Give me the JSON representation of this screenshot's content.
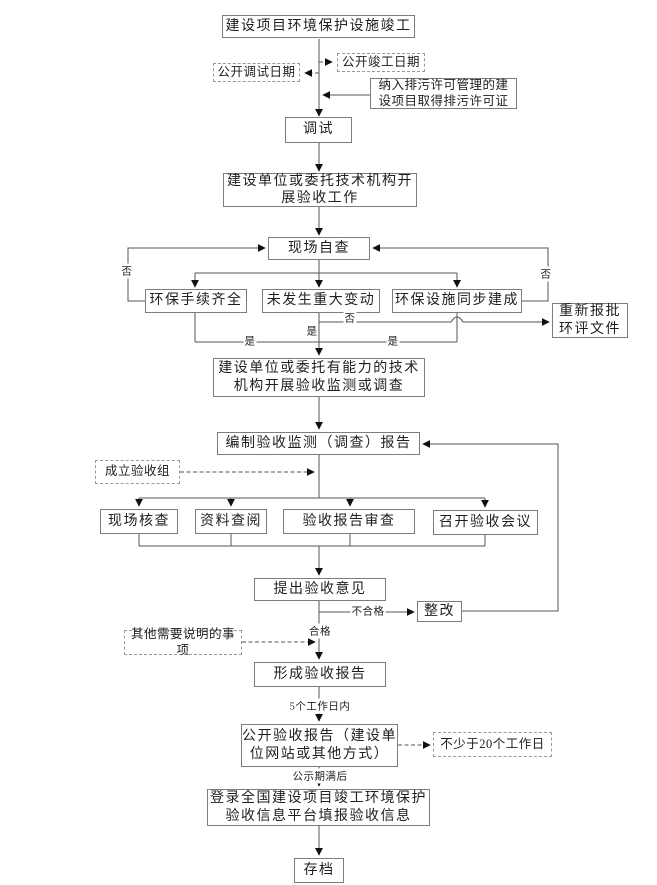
{
  "nodes": {
    "completion": "建设项目环境保护设施竣工",
    "open_debug_date": "公开调试日期",
    "open_completion_date": "公开竣工日期",
    "pollution_permit": "纳入排污许可管理的建\n设项目取得排污许可证",
    "debug": "调试",
    "start_acceptance": "建设单位或委托技术机构开\n展验收工作",
    "self_check": "现场自查",
    "procedures_complete": "环保手续齐全",
    "no_major_change": "未发生重大变动",
    "facilities_built": "环保设施同步建成",
    "resubmit_eia": "重新报批\n环评文件",
    "monitor_survey": "建设单位或委托有能力的技术\n机构开展验收监测或调查",
    "compile_report": "编制验收监测（调查）报告",
    "form_group": "成立验收组",
    "site_verification": "现场核查",
    "document_review": "资料查阅",
    "report_review": "验收报告审查",
    "acceptance_meeting": "召开验收会议",
    "acceptance_opinion": "提出验收意见",
    "rectification": "整改",
    "other_notes": "其他需要说明的事项",
    "final_report": "形成验收报告",
    "publish_report": "公开验收报告（建设单\n位网站或其他方式）",
    "min_20_days": "不少于20个工作日",
    "info_platform": "登录全国建设项目竣工环境保护\n验收信息平台填报验收信息",
    "archive": "存档"
  },
  "edge_labels": {
    "no_left": "否",
    "no_right": "否",
    "no_center": "否",
    "yes_left": "是",
    "yes_center": "是",
    "yes_right": "是",
    "not_qualified": "不合格",
    "qualified": "合格",
    "within_5_days": "5个工作日内",
    "after_publicity": "公示期满后"
  },
  "colors": {
    "line": "#555555",
    "arrow": "#111111",
    "box_border": "#7d7d7d",
    "background": "#ffffff"
  }
}
